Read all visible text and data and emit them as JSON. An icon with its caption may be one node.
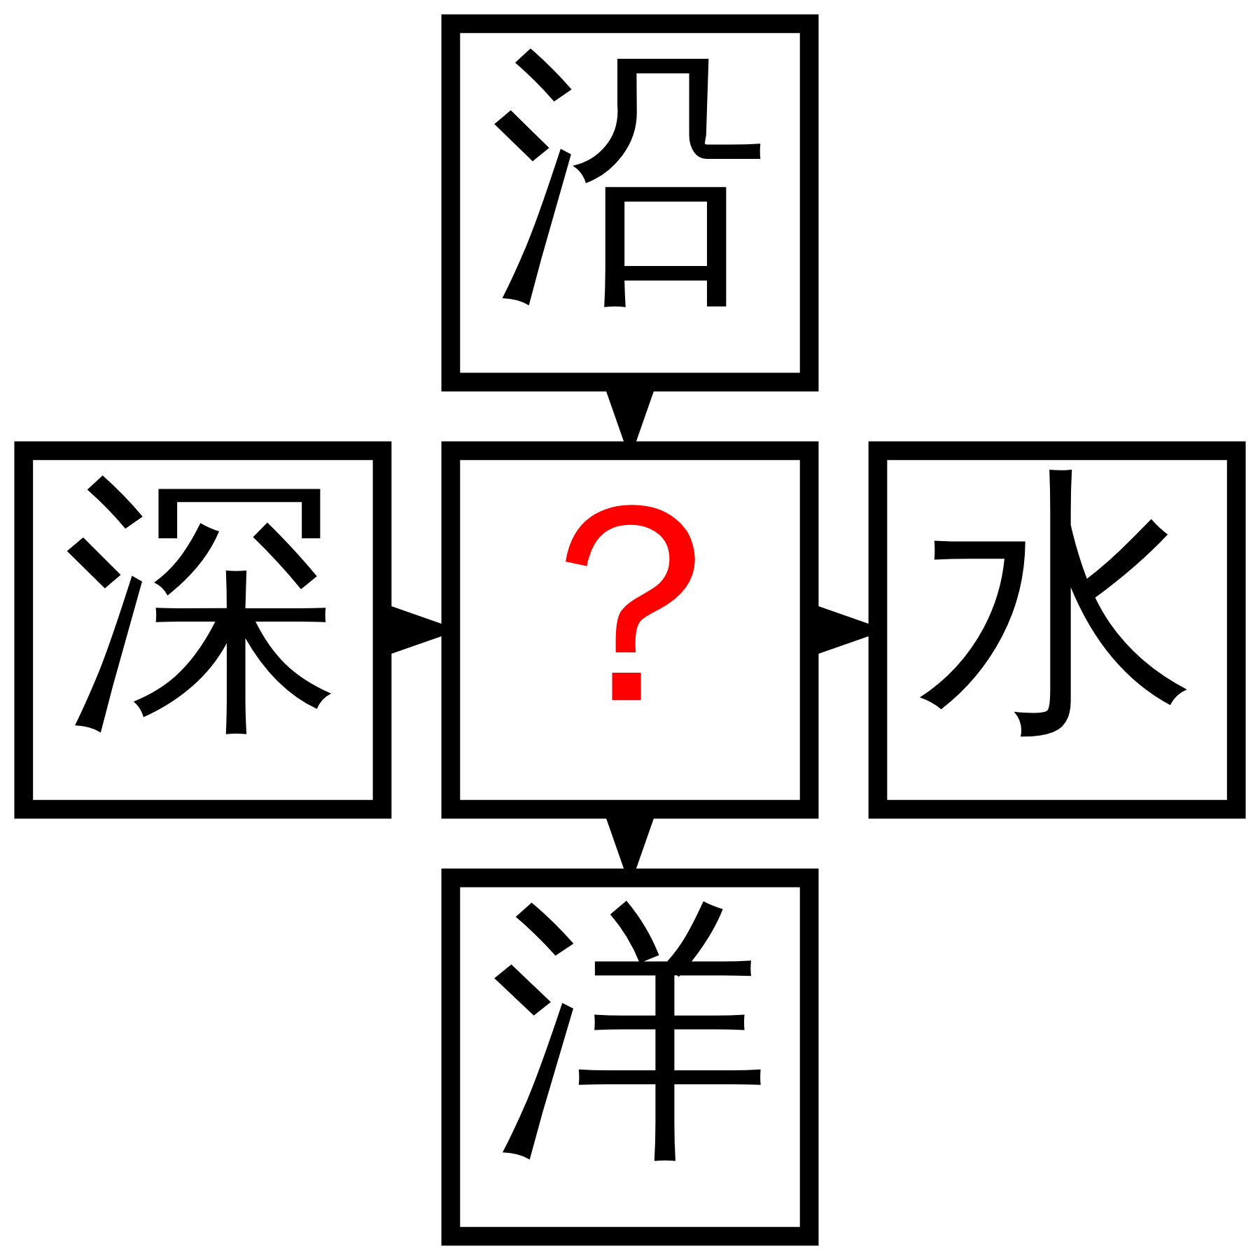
{
  "diagram": {
    "nodes": [
      {
        "text": [
          "沿"
        ]
      },
      {
        "text": [
          "深"
        ]
      },
      {
        "text": [
          "？"
        ]
      },
      {
        "text": [
          "水"
        ]
      },
      {
        "text": [
          "洋"
        ]
      }
    ],
    "edges": [
      {
        "from": 0,
        "to": 2,
        "arrow": "to"
      },
      {
        "from": 1,
        "to": 2,
        "arrow": "to"
      },
      {
        "from": 2,
        "to": 3,
        "arrow": "to"
      },
      {
        "from": 2,
        "to": 4,
        "arrow": "to"
      }
    ]
  }
}
